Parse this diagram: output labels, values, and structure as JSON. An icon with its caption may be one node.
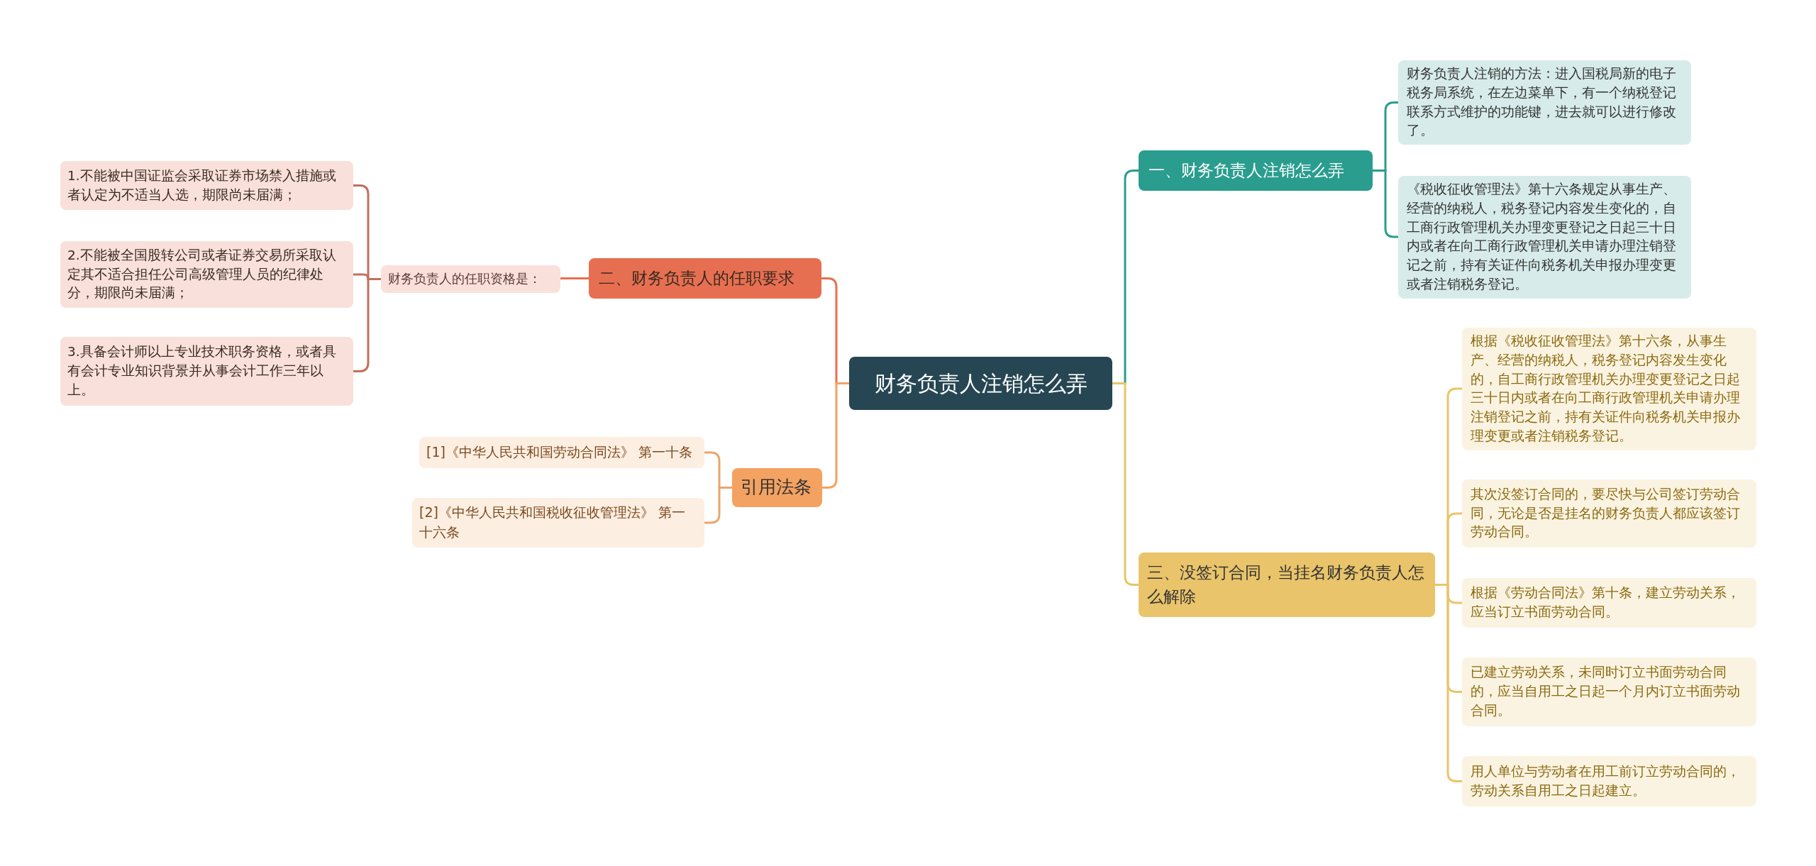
{
  "diagram": {
    "nodes": [
      {
        "text": [
          "财务负责人注销怎么弄"
        ]
      },
      {
        "text": [
          "一、财务负责人注销怎么弄"
        ]
      },
      {
        "text": [
          "财务负责人注销的方法：进入国税局新的电子税务局系统，在左边菜单下，有一个纳税登记联系方式维护的功能键，进去就可以进行修改了。"
        ]
      },
      {
        "text": [
          "《税收征收管理法》第十六条规定从事生产、经营的纳税人，税务登记内容发生变化的，自工商行政管理机关办理变更登记之日起三十日内或者在向工商行政管理机关申请办理注销登记之前，持有关证件向税务机关申报办理变更或者注销税务登记。"
        ]
      },
      {
        "text": [
          "三、没签订合同，当挂名财务负责人怎么解除"
        ]
      },
      {
        "text": [
          "根据《税收征收管理法》第十六条，从事生产、经营的纳税人，税务登记内容发生变化的，自工商行政管理机关办理变更登记之日起三十日内或者在向工商行政管理机关申请办理注销登记之前，持有关证件向税务机关申报办理变更或者注销税务登记。"
        ]
      },
      {
        "text": [
          "其次没签订合同的，要尽快与公司签订劳动合同，无论是否是挂名的财务负责人都应该签订劳动合同。"
        ]
      },
      {
        "text": [
          "根据《劳动合同法》第十条，建立劳动关系，应当订立书面劳动合同。"
        ]
      },
      {
        "text": [
          "已建立劳动关系，未同时订立书面劳动合同的，应当自用工之日起一个月内订立书面劳动合同。"
        ]
      },
      {
        "text": [
          "用人单位与劳动者在用工前订立劳动合同的，劳动关系自用工之日起建立。"
        ]
      },
      {
        "text": [
          "二、财务负责人的任职要求"
        ]
      },
      {
        "text": [
          "财务负责人的任职资格是："
        ]
      },
      {
        "text": [
          "1.不能被中国证监会采取证券市场禁入措施或者认定为不适当人选，期限尚未届满；"
        ]
      },
      {
        "text": [
          "2.不能被全国股转公司或者证券交易所采取认定其不适合担任公司高级管理人员的纪律处分，期限尚未届满；"
        ]
      },
      {
        "text": [
          "3.具备会计师以上专业技术职务资格，或者具有会计专业知识背景并从事会计工作三年以上。"
        ]
      },
      {
        "text": [
          "引用法条"
        ]
      },
      {
        "text": [
          "[1]《中华人民共和国劳动合同法》 第一十条"
        ]
      },
      {
        "text": [
          "[2]《中华人民共和国税收征收管理法》 第一十六条"
        ]
      }
    ],
    "edges": [
      {
        "from": 0,
        "to": 1,
        "arrow": "none",
        "color": "#2a9d8f"
      },
      {
        "from": 1,
        "to": 2,
        "arrow": "none",
        "color": "#2a9d8f"
      },
      {
        "from": 1,
        "to": 3,
        "arrow": "none",
        "color": "#2a9d8f"
      },
      {
        "from": 0,
        "to": 4,
        "arrow": "none",
        "color": "#e9c46a"
      },
      {
        "from": 4,
        "to": 5,
        "arrow": "none",
        "color": "#e9c46a"
      },
      {
        "from": 4,
        "to": 6,
        "arrow": "none",
        "color": "#e9c46a"
      },
      {
        "from": 4,
        "to": 7,
        "arrow": "none",
        "color": "#e9c46a"
      },
      {
        "from": 4,
        "to": 8,
        "arrow": "none",
        "color": "#e9c46a"
      },
      {
        "from": 4,
        "to": 9,
        "arrow": "none",
        "color": "#e9c46a"
      },
      {
        "from": 0,
        "to": 10,
        "arrow": "none",
        "color": "#e76f51"
      },
      {
        "from": 10,
        "to": 11,
        "arrow": "none",
        "color": "#e76f51"
      },
      {
        "from": 11,
        "to": 12,
        "arrow": "none",
        "color": "#c0705e"
      },
      {
        "from": 11,
        "to": 13,
        "arrow": "none",
        "color": "#c0705e"
      },
      {
        "from": 11,
        "to": 14,
        "arrow": "none",
        "color": "#c0705e"
      },
      {
        "from": 0,
        "to": 15,
        "arrow": "none",
        "color": "#f4a261"
      },
      {
        "from": 15,
        "to": 16,
        "arrow": "none",
        "color": "#e9a66e"
      },
      {
        "from": 15,
        "to": 17,
        "arrow": "none",
        "color": "#e9a66e"
      }
    ]
  }
}
